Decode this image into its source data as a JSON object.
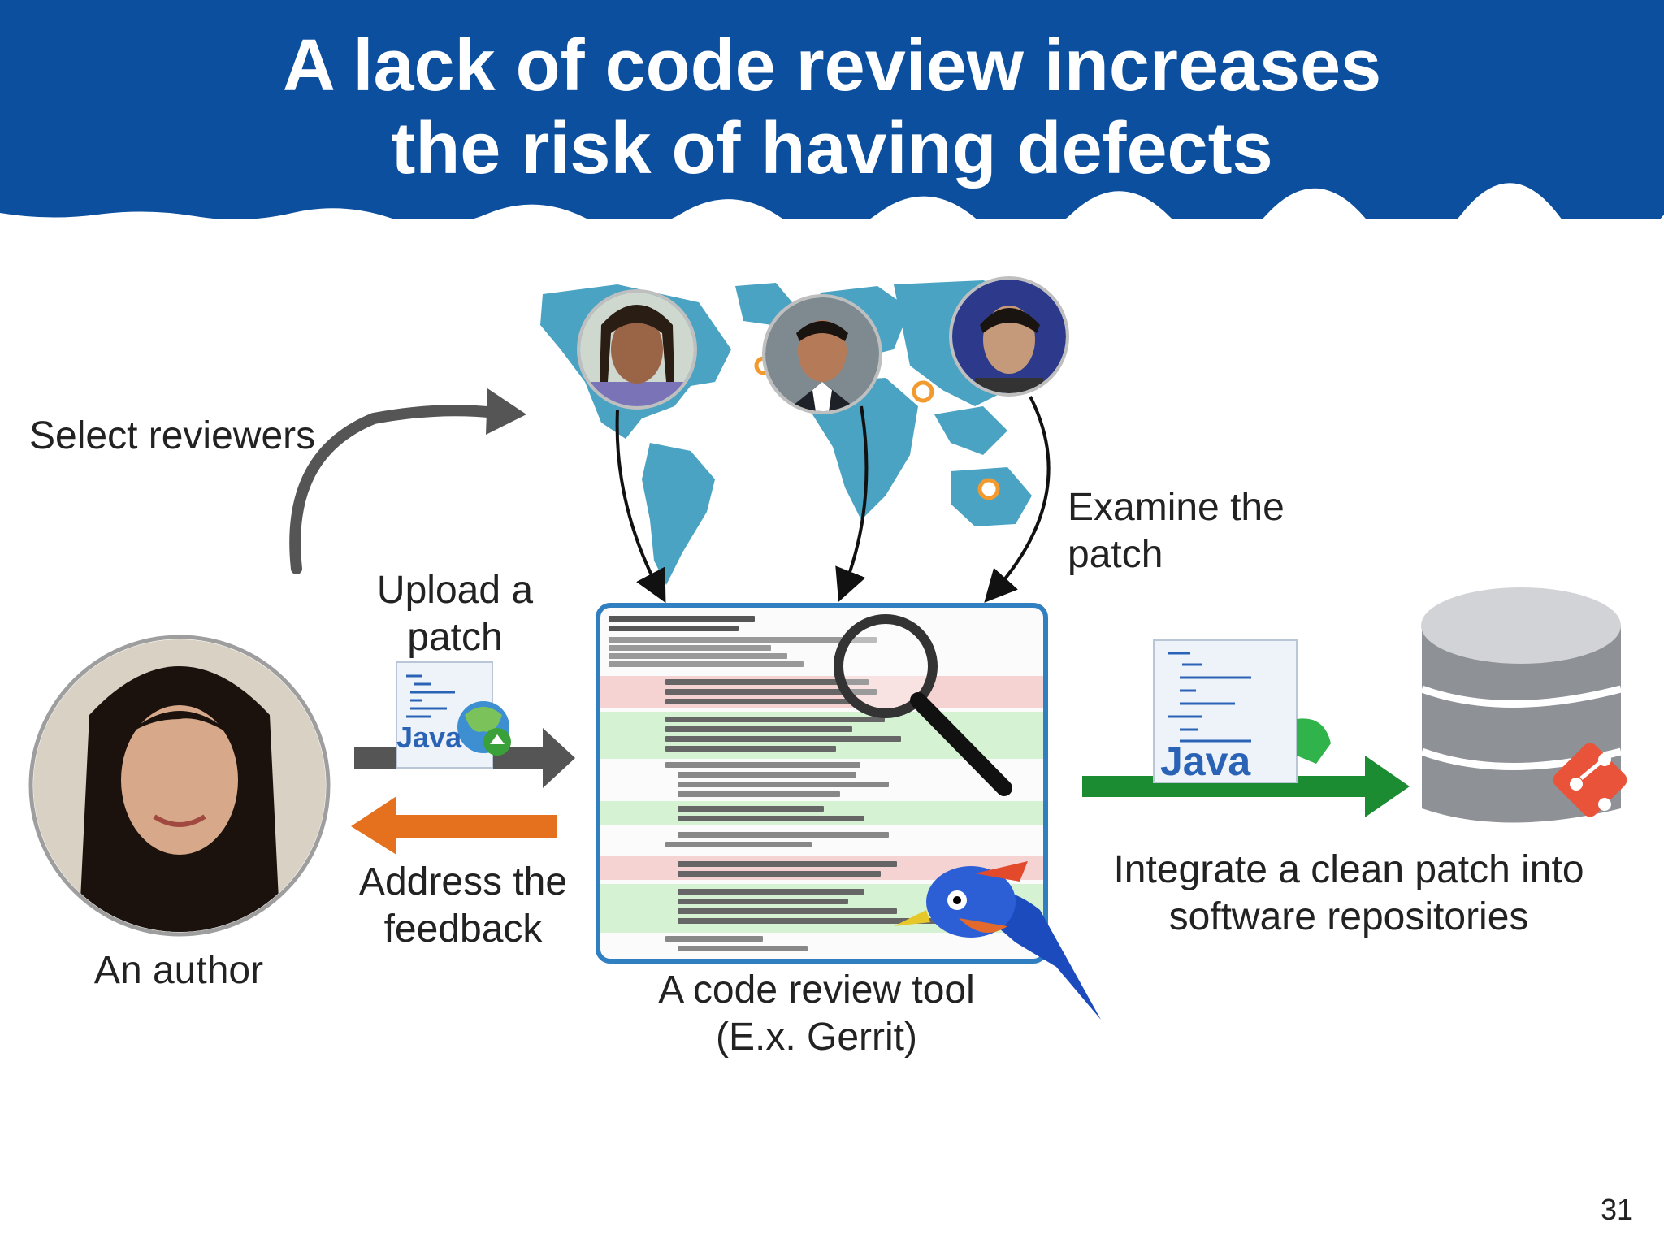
{
  "header": {
    "title_line1": "A lack of code review increases",
    "title_line2": "the risk of having defects"
  },
  "labels": {
    "select_reviewers": "Select reviewers",
    "examine_patch": "Examine the patch",
    "upload_line1": "Upload a",
    "upload_line2": "patch",
    "address_line1": "Address the",
    "address_line2": "feedback",
    "author": "An author",
    "tool_line1": "A code review tool",
    "tool_line2": "(E.x. Gerrit)",
    "integrate_line1": "Integrate a clean patch into",
    "integrate_line2": "software repositories"
  },
  "java_label": "Java",
  "slide_number": "31",
  "colors": {
    "header": "#0b4f9e",
    "map": "#4aa3c2",
    "upload_arrow": "#555555",
    "feedback_arrow": "#e5701e",
    "integrate_arrow": "#1b8c32",
    "git": "#e8533a",
    "tool_border": "#2f7fc1"
  }
}
